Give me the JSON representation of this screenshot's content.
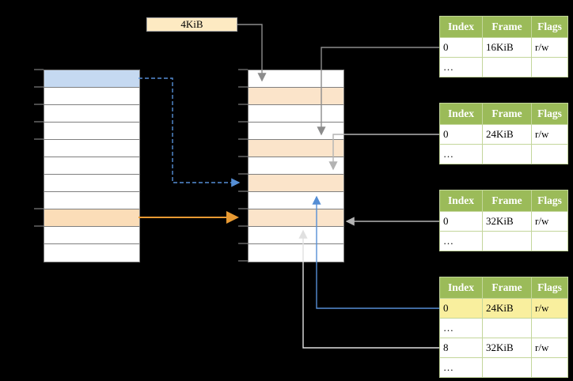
{
  "labels": {
    "page_size": "4KiB"
  },
  "colors": {
    "column_border": "#7f7f7f",
    "tick_color": "#999999",
    "label_box_fill": "#fdeac2",
    "label_box_border": "#a6a6a6",
    "table_header": "#9bbb59",
    "table_border": "#c3d69b",
    "row_highlight": "#f9ef9e",
    "page_blue": "#c5d9f1",
    "page_orange": "#fbddb8",
    "frame_peach": "#fbe4ca",
    "arrow_gray": "#8c8c8c",
    "arrow_light": "#b3b3b3",
    "arrow_white": "#e0e0e0",
    "arrow_blue": "#558ed5",
    "arrow_orange": "#e89a33"
  },
  "virtual_memory": {
    "rows": 11,
    "highlighted": [
      {
        "index": 0,
        "color": "page_blue"
      },
      {
        "index": 8,
        "color": "page_orange"
      }
    ]
  },
  "physical_memory": {
    "rows": 11,
    "highlighted": [
      {
        "index": 1,
        "color": "frame_peach"
      },
      {
        "index": 4,
        "color": "frame_peach"
      },
      {
        "index": 6,
        "color": "frame_peach"
      },
      {
        "index": 8,
        "color": "frame_peach"
      }
    ]
  },
  "page_tables": [
    {
      "headers": [
        "Index",
        "Frame",
        "Flags"
      ],
      "rows": [
        {
          "cells": [
            "0",
            "16KiB",
            "r/w"
          ]
        },
        {
          "cells": [
            "…",
            "",
            ""
          ]
        }
      ]
    },
    {
      "headers": [
        "Index",
        "Frame",
        "Flags"
      ],
      "rows": [
        {
          "cells": [
            "0",
            "24KiB",
            "r/w"
          ]
        },
        {
          "cells": [
            "…",
            "",
            ""
          ]
        }
      ]
    },
    {
      "headers": [
        "Index",
        "Frame",
        "Flags"
      ],
      "rows": [
        {
          "cells": [
            "0",
            "32KiB",
            "r/w"
          ]
        },
        {
          "cells": [
            "…",
            "",
            ""
          ]
        }
      ]
    },
    {
      "headers": [
        "Index",
        "Frame",
        "Flags"
      ],
      "rows": [
        {
          "cells": [
            "0",
            "24KiB",
            "r/w"
          ],
          "highlighted": true
        },
        {
          "cells": [
            "…",
            "",
            ""
          ]
        },
        {
          "cells": [
            "8",
            "32KiB",
            "r/w"
          ]
        },
        {
          "cells": [
            "…",
            "",
            ""
          ]
        }
      ]
    }
  ],
  "arrows": [
    {
      "name": "page-size-pointer",
      "from": "page-size-label",
      "to": "top frame of physical memory",
      "style": "solid-gray"
    },
    {
      "name": "table1-entry-0",
      "from": "page table 1 entry 0",
      "to": "frame 16KiB",
      "style": "solid-gray"
    },
    {
      "name": "table2-entry-0",
      "from": "page table 2 entry 0",
      "to": "frame 24KiB",
      "style": "solid-light-gray"
    },
    {
      "name": "table3-entry-0",
      "from": "page table 3 entry 0",
      "to": "frame 32KiB",
      "style": "solid-light-gray"
    },
    {
      "name": "table4-entry-0",
      "from": "page table 4 entry 0",
      "to": "frame 24KiB",
      "style": "solid-blue"
    },
    {
      "name": "table4-entry-8",
      "from": "page table 4 entry 8",
      "to": "frame 32KiB",
      "style": "solid-white"
    },
    {
      "name": "blue-page-translation",
      "from": "virtual blue page",
      "to": "frame 24KiB",
      "style": "dashed-blue"
    },
    {
      "name": "orange-page-translation",
      "from": "virtual orange page",
      "to": "frame 32KiB",
      "style": "solid-orange"
    }
  ]
}
